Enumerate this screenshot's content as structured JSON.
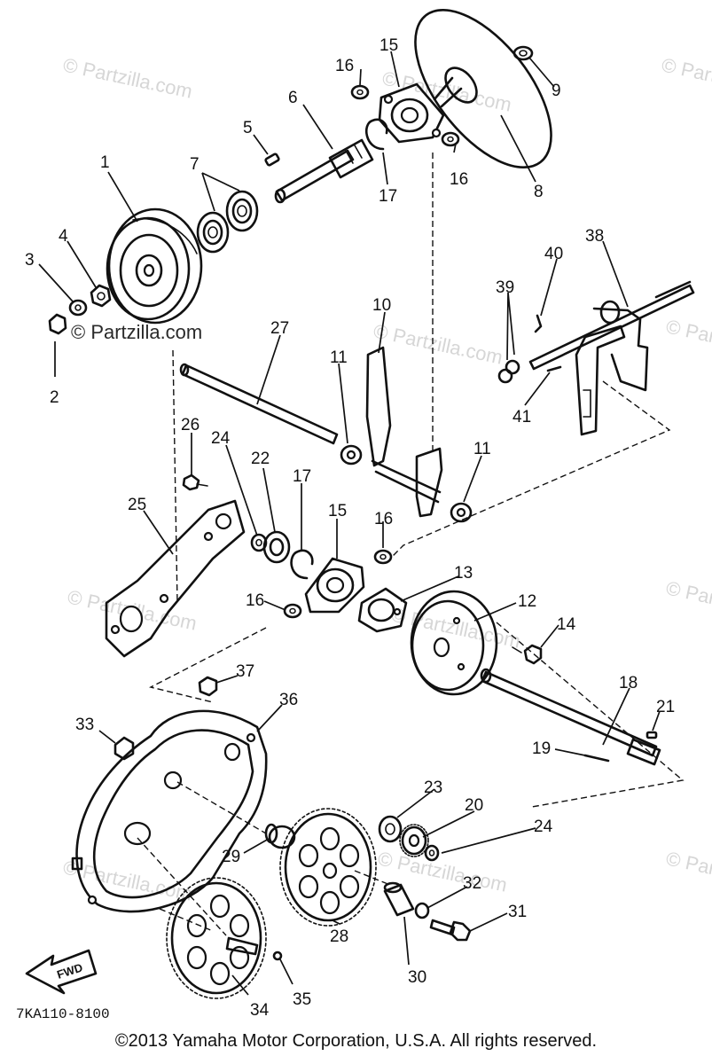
{
  "diagram": {
    "callouts": [
      "1",
      "2",
      "3",
      "4",
      "5",
      "6",
      "7",
      "8",
      "9",
      "10",
      "11",
      "11",
      "12",
      "13",
      "14",
      "15",
      "15",
      "16",
      "16",
      "16",
      "16",
      "17",
      "17",
      "18",
      "19",
      "20",
      "21",
      "22",
      "23",
      "24",
      "24",
      "25",
      "26",
      "27",
      "28",
      "29",
      "30",
      "31",
      "32",
      "33",
      "34",
      "35",
      "36",
      "37",
      "38",
      "39",
      "40",
      "41"
    ],
    "fwd_label": "FWD",
    "drawing_code": "7KA110-8100"
  },
  "watermark": {
    "main": "© Partzilla.com",
    "faint": "© Partzilla.com"
  },
  "footer": {
    "copyright": "©2013 Yamaha Motor Corporation, U.S.A. All rights reserved."
  }
}
